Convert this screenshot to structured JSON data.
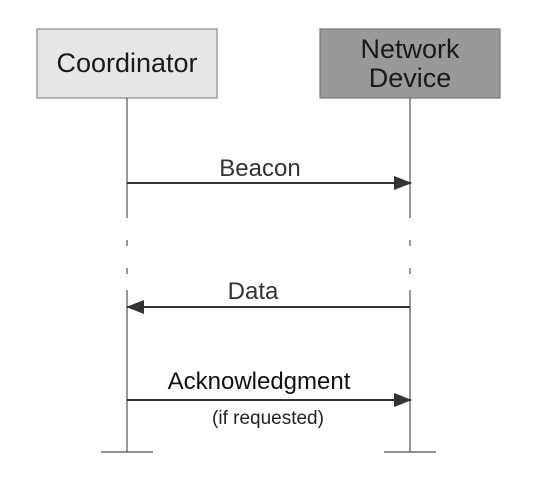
{
  "participants": [
    {
      "id": "coordinator",
      "lines": [
        "Coordinator"
      ],
      "fill": "#e6e6e6"
    },
    {
      "id": "network-device",
      "lines": [
        "Network",
        "Device"
      ],
      "fill": "#999999"
    }
  ],
  "messages": [
    {
      "id": "beacon",
      "label": "Beacon",
      "from": "coordinator",
      "to": "network-device"
    },
    {
      "id": "data",
      "label": "Data",
      "from": "network-device",
      "to": "coordinator"
    },
    {
      "id": "acknowledgment",
      "label": "Acknowledgment",
      "note": "(if requested)",
      "from": "coordinator",
      "to": "network-device"
    }
  ],
  "colors": {
    "line": "#555555",
    "arrow": "#333333",
    "box_stroke": "#888888"
  }
}
